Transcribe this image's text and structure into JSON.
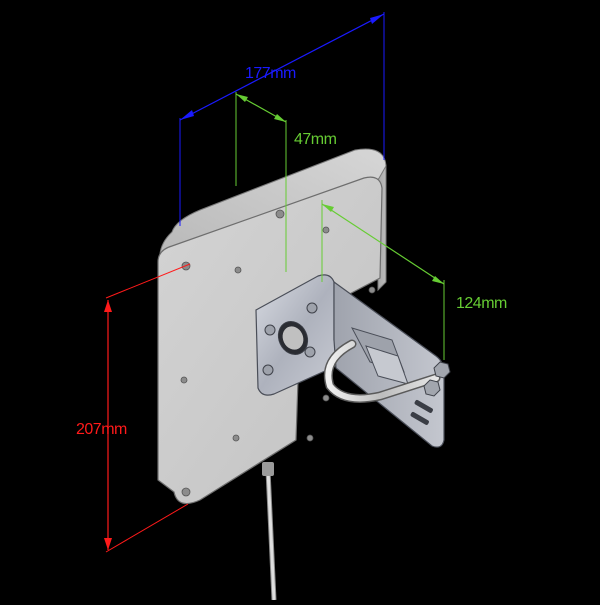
{
  "dimensions": {
    "width": {
      "label": "177mm",
      "color": "#1a1aff"
    },
    "depth": {
      "label": "47mm",
      "color": "#66cc33"
    },
    "bracket": {
      "label": "124mm",
      "color": "#66cc33"
    },
    "height": {
      "label": "207mm",
      "color": "#ff1a1a"
    }
  },
  "colors": {
    "background": "#000000",
    "panel": "#c8c8c8",
    "bracket": "#b4b8c2",
    "cable": "#d2d2d2"
  }
}
